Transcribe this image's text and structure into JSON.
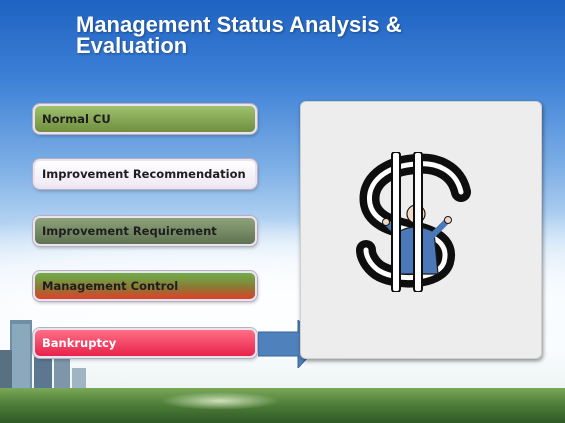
{
  "slide": {
    "title": "Management Status Analysis &\nEvaluation"
  },
  "statuses": [
    {
      "label": "Normal CU"
    },
    {
      "label": "Improvement Recommendation"
    },
    {
      "label": "Improvement Requirement"
    },
    {
      "label": "Management Control"
    },
    {
      "label": "Bankruptcy"
    }
  ],
  "illustration": {
    "icon": "dollar-sign-jail-clipart"
  },
  "colors": {
    "title": "#ffffff",
    "arrow": "#4f81bd",
    "bankruptcy": "#e8224a",
    "normal": "#7f9f4f"
  }
}
